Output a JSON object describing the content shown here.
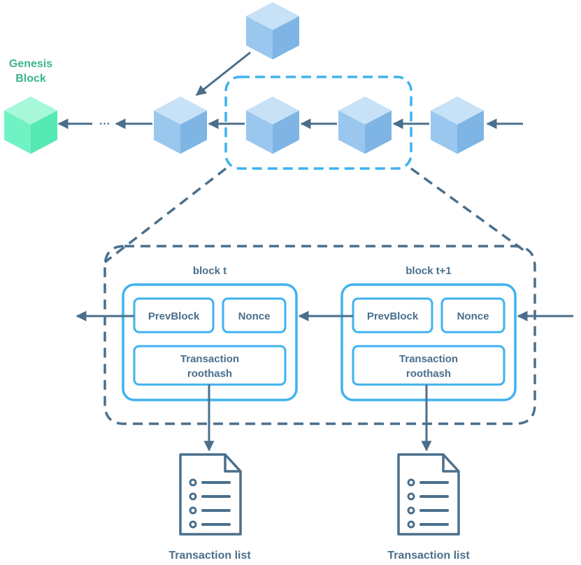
{
  "genesis": {
    "label_line1": "Genesis",
    "label_line2": "Block"
  },
  "chain": {
    "ellipsis": "···"
  },
  "blocks": [
    {
      "title": "block t",
      "prev": "PrevBlock",
      "nonce": "Nonce",
      "root_line1": "Transaction",
      "root_line2": "roothash",
      "tx_label": "Transaction list"
    },
    {
      "title": "block t+1",
      "prev": "PrevBlock",
      "nonce": "Nonce",
      "root_line1": "Transaction",
      "root_line2": "roothash",
      "tx_label": "Transaction list"
    }
  ],
  "colors": {
    "arrow": "#4a6f8c",
    "cube_blue": "#8fc0ea",
    "cube_green": "#5ef0b8",
    "genesis_text": "#3bb58a",
    "box_stroke": "#3fb2ef",
    "label_text": "#4a6f8c"
  }
}
